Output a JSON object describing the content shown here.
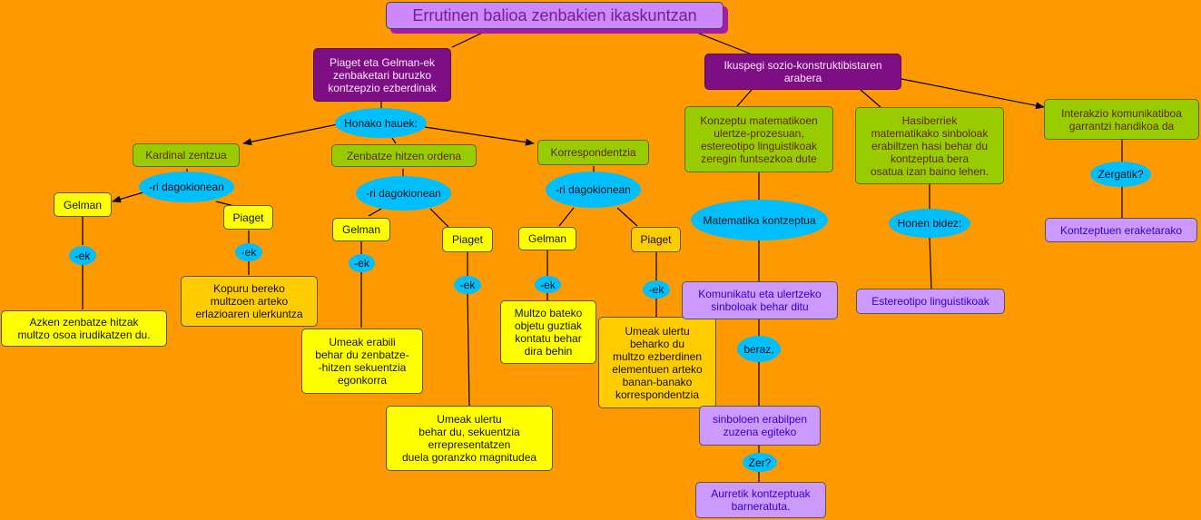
{
  "colors": {
    "background": "#FF9900",
    "purple_box": "#7E0E84",
    "green_box": "#99CC00",
    "yellow_box": "#FFFF00",
    "gold_box": "#FFCC00",
    "lavender_box": "#CC99FF",
    "linking_ellipse": "#00BFFF"
  },
  "title": "Errutinen balioa zenbakien ikaskuntzan",
  "left": {
    "main": "Piaget eta Gelman-ek\nzenbaketari buruzko\nkontzepzio ezberdinak",
    "link": "Honako hauek:",
    "kardinal": {
      "label": "Kardinal zentzua",
      "link": "-ri dagokionean",
      "gelman": "Gelman",
      "gelman_link": "-ek",
      "gelman_text": "Azken zenbatze hitzak\nmultzo osoa irudikatzen du.",
      "piaget": "Piaget",
      "piaget_link": "-ek",
      "piaget_text": "Kopuru bereko\nmultzoen arteko\nerlazioaren ulerkuntza"
    },
    "ordena": {
      "label": "Zenbatze hitzen ordena",
      "link": "-ri dagokionean",
      "gelman": "Gelman",
      "gelman_link": "-ek",
      "gelman_text": "Umeak erabili\nbehar du zenbatze-\n-hitzen sekuentzia\negonkorra",
      "piaget": "Piaget",
      "piaget_link": "-ek",
      "piaget_text": "Umeak ulertu\nbehar du, sekuentzia\nerrepresentatzen\nduela goranzko magnitudea"
    },
    "korrespondentzia": {
      "label": "Korrespondentzia",
      "link": "-ri dagokionean",
      "gelman": "Gelman",
      "gelman_link": "-ek",
      "gelman_text": "Multzo bateko\nobjetu guztiak\nkontatu behar\ndira behin",
      "piaget": "Piaget",
      "piaget_link": "-ek",
      "piaget_text": "Umeak ulertu\nbeharko du\nmultzo ezberdinen\nelementuen arteko\nbanan-banako\nkorrespondentzia"
    }
  },
  "right": {
    "main": "Ikuspegi sozio-konstruktibistaren\narabera",
    "kontzeptu": {
      "label": "Konzeptu matematikoen\nulertze-prozesuan,\nestereotipo linguistikoak\nzeregin  funtsezkoa dute",
      "link": "Matematika kontzeptua",
      "text1": "Komunikatu eta ulertzeko\nsinboloak behar ditu",
      "link2": "beraz,",
      "text2": "sinboloen erabilpen\nzuzena egiteko",
      "link3": "Zer?",
      "text3": "Aurretik kontzeptuak\nbarneratuta."
    },
    "hasiberri": {
      "label": "Hasiberriek\nmatematikako sinboloak\nerabiltzen hasi behar du\nkontzeptua bera\nosatua izan baino lehen.",
      "link": "Honen bidez:",
      "text": "Estereotipo linguistikoak"
    },
    "interakzio": {
      "label": "Interakzio komunikatiboa\ngarrantzi handikoa da",
      "link": "Zergatik?",
      "text": "Kontzeptuen eraketarako"
    }
  }
}
